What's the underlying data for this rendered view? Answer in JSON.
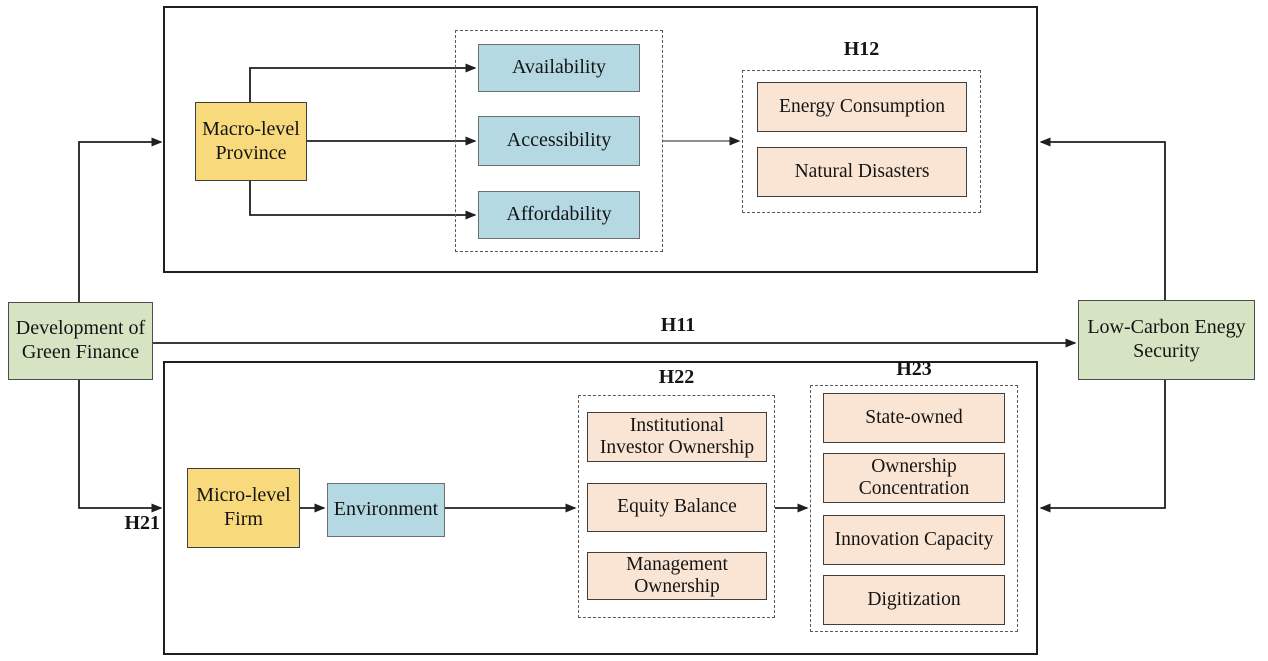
{
  "colors": {
    "green_fill": "#d7e4c4",
    "yellow_fill": "#f8d97c",
    "blue_fill": "#b5d9e3",
    "peach_fill": "#fae5d4",
    "node_border": "#4d4d4d",
    "panel_border": "#1f1f1f",
    "dashed_border": "#595959",
    "arrow": "#1f1f1f",
    "text": "#141414"
  },
  "nodes": {
    "development": "Development of\nGreen Finance",
    "low_carbon": "Low-Carbon Enegy\nSecurity",
    "macro": "Macro-level\nProvince",
    "micro": "Micro-level\nFirm",
    "environment": "Environment",
    "availability": "Availability",
    "accessibility": "Accessibility",
    "affordability": "Affordability"
  },
  "hypotheses": {
    "h11": "H11",
    "h21": "H21"
  },
  "groups": {
    "h12": {
      "label": "H12",
      "items": [
        "Energy Consumption",
        "Natural Disasters"
      ]
    },
    "h22": {
      "label": "H22",
      "items": [
        "Institutional\nInvestor Ownership",
        "Equity Balance",
        "Management\nOwnership"
      ]
    },
    "h23": {
      "label": "H23",
      "items": [
        "State-owned",
        "Ownership\nConcentration",
        "Innovation Capacity",
        "Digitization"
      ]
    }
  }
}
